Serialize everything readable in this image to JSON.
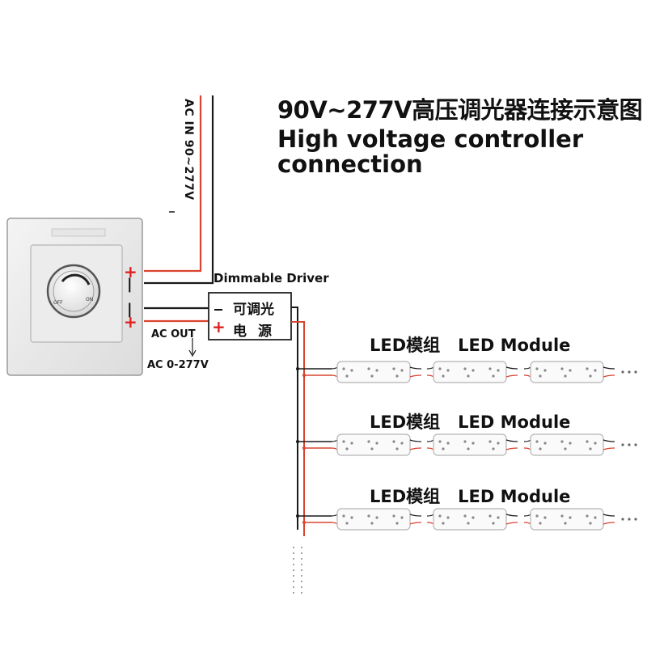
{
  "title": {
    "cn": "90V~277V高压调光器连接示意图",
    "en": "High voltage controller connection"
  },
  "labels": {
    "ac_in": "AC IN 90~277V",
    "dimmable_driver": "Dimmable Driver",
    "driver_cn_line1": "可调光",
    "driver_cn_line2": "电源",
    "ac_out": "AC OUT",
    "ac_range": "AC 0-277V",
    "dimmer_off": "OFF",
    "dimmer_on": "ON",
    "plus": "+",
    "minus": "-"
  },
  "led_rows": [
    {
      "label_cn": "LED模组",
      "label_en": "LED Module"
    },
    {
      "label_cn": "LED模组",
      "label_en": "LED Module"
    },
    {
      "label_cn": "LED模组",
      "label_en": "LED Module"
    }
  ],
  "colors": {
    "wire_red": "#d9432f",
    "wire_black": "#1a1a1a",
    "module_outline": "#bfbfbf",
    "sign_red": "#e02020"
  }
}
